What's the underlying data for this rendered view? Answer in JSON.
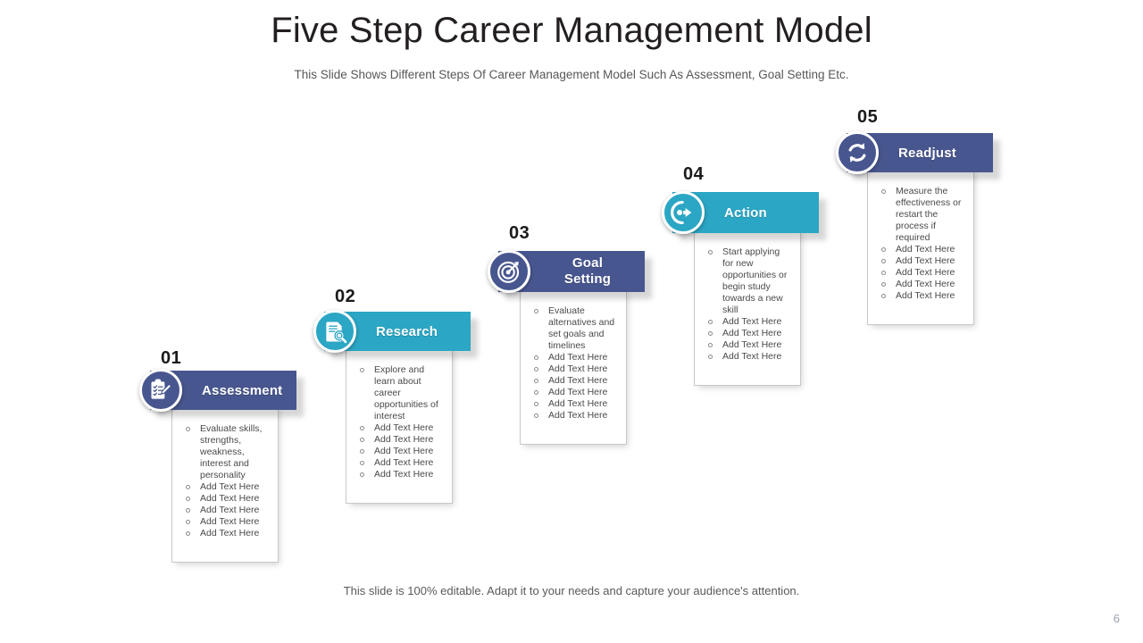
{
  "slide": {
    "title": "Five Step Career Management Model",
    "subtitle": "This Slide Shows Different Steps Of Career Management Model Such As Assessment, Goal Setting Etc.",
    "footer_note": "This slide is 100% editable. Adapt it to your needs and capture your audience's attention.",
    "page_number": "6"
  },
  "colors": {
    "dark_blue": "#48568f",
    "teal": "#2ba6c4",
    "title_text": "#231f20",
    "body_text": "#4a4a4a",
    "bullet_outline": "#8b8b8b"
  },
  "steps": [
    {
      "number": "01",
      "label": "Assessment",
      "icon": "clipboard-checklist-pencil-icon",
      "color_key": "dark_blue",
      "bullets": [
        "Evaluate skills, strengths, weakness, interest and personality",
        "Add Text Here",
        "Add Text Here",
        "Add Text Here",
        "Add Text Here",
        "Add Text Here"
      ]
    },
    {
      "number": "02",
      "label": "Research",
      "icon": "document-magnifier-icon",
      "color_key": "teal",
      "bullets": [
        "Explore and learn about career opportunities of interest",
        "Add Text Here",
        "Add Text Here",
        "Add Text Here",
        "Add Text Here",
        "Add Text Here"
      ]
    },
    {
      "number": "03",
      "label": "Goal Setting",
      "icon": "target-arrow-icon",
      "color_key": "dark_blue",
      "bullets": [
        "Evaluate alternatives and set goals and timelines",
        "Add Text Here",
        "Add Text Here",
        "Add Text Here",
        "Add Text Here",
        "Add Text Here",
        "Add Text Here"
      ]
    },
    {
      "number": "04",
      "label": "Action",
      "icon": "forward-arrow-circle-icon",
      "color_key": "teal",
      "bullets": [
        "Start applying for new opportunities or begin study towards a new skill",
        "Add Text Here",
        "Add Text Here",
        "Add Text Here",
        "Add Text Here"
      ]
    },
    {
      "number": "05",
      "label": "Readjust",
      "icon": "refresh-cycle-arrows-icon",
      "color_key": "dark_blue",
      "bullets": [
        "Measure the effectiveness or restart the process if required",
        "Add Text Here",
        "Add Text Here",
        "Add Text Here",
        "Add Text Here",
        "Add Text Here"
      ]
    }
  ]
}
